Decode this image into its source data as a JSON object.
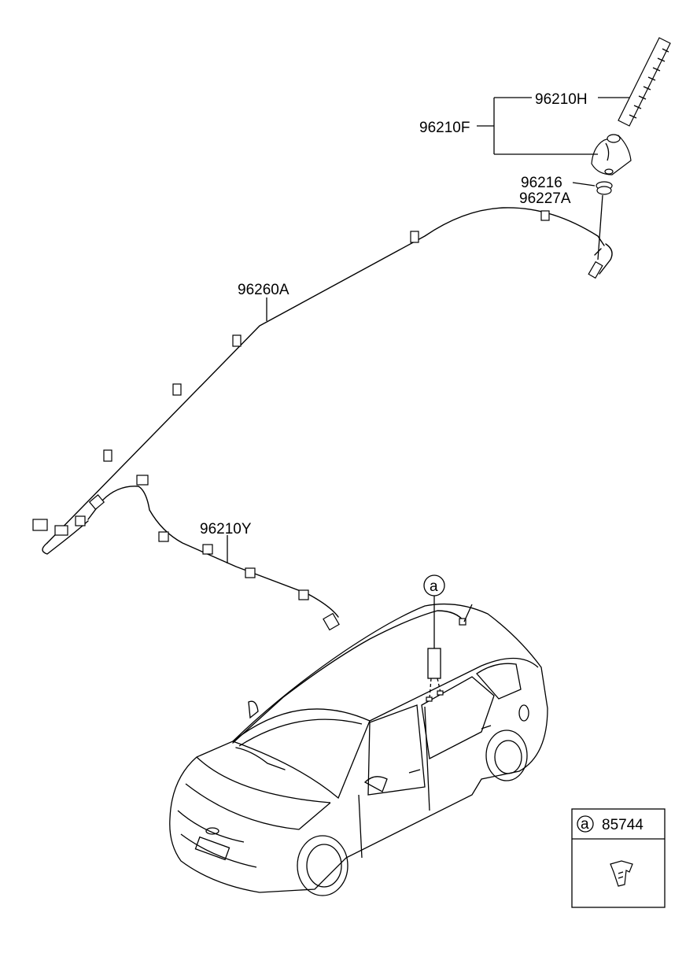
{
  "labels": {
    "antenna_rod": "96210H",
    "antenna_assembly": "96210F",
    "nut": "96216",
    "pad": "96227A",
    "roof_cable": "96260A",
    "front_cable": "96210Y"
  },
  "reference": {
    "circle_letter": "a",
    "legend_letter": "a",
    "legend_part": "85744"
  },
  "colors": {
    "line": "#000000",
    "background": "#ffffff"
  }
}
